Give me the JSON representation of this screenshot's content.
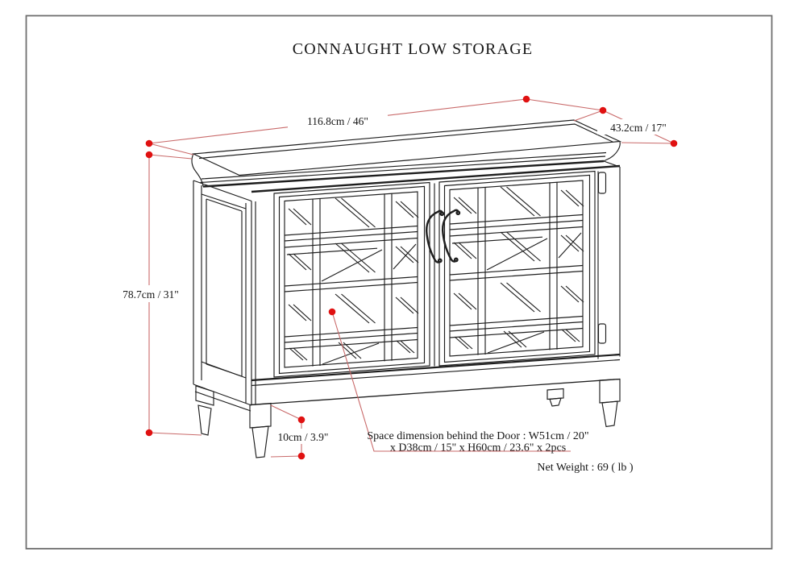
{
  "diagram": {
    "title": "CONNAUGHT LOW STORAGE",
    "dimension_labels": {
      "width": "116.8cm / 46\"",
      "depth": "43.2cm / 17\"",
      "height": "78.7cm / 31\"",
      "leg_height": "10cm / 3.9\""
    },
    "notes": {
      "space_behind_door_line1": "Space dimension behind the Door : W51cm / 20\"",
      "space_behind_door_line2": "x D38cm / 15\" x H60cm / 23.6\" x 2pcs",
      "net_weight": "Net Weight : 69 ( lb )"
    },
    "colors": {
      "dot_red": "#e01111",
      "leader_red": "#c96a6a",
      "ink": "#1e1e1e",
      "border_gray": "#6f6f6f"
    }
  }
}
